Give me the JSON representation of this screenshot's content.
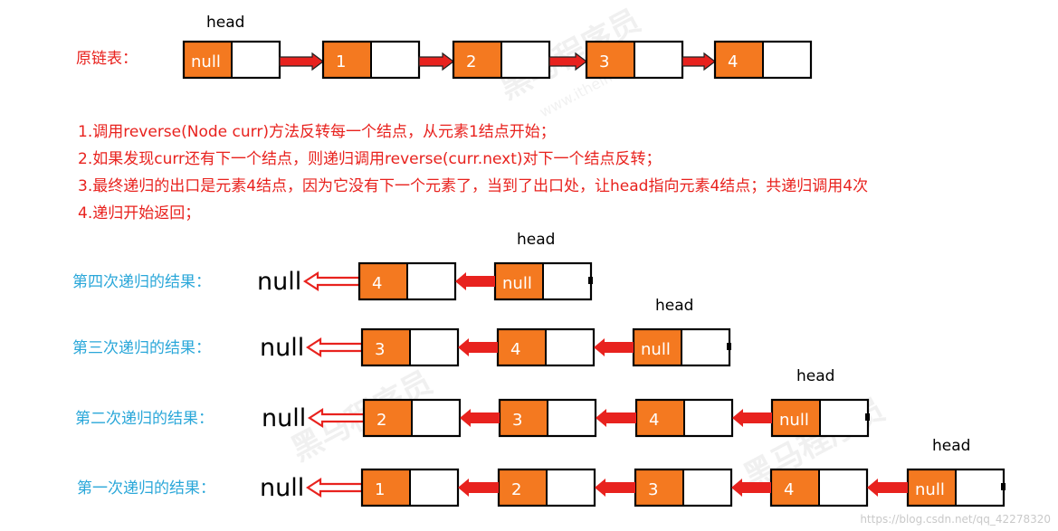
{
  "top": {
    "label": "原链表：",
    "head_label": "head",
    "nodes": [
      "null",
      "1",
      "2",
      "3",
      "4"
    ]
  },
  "steps": [
    "1.调用reverse(Node curr)方法反转每一个结点，从元素1结点开始；",
    "2.如果发现curr还有下一个结点，则递归调用reverse(curr.next)对下一个结点反转；",
    "3.最终递归的出口是元素4结点，因为它没有下一个元素了，当到了出口处，让head指向元素4结点；共递归调用4次",
    "4.递归开始返回；"
  ],
  "rows": [
    {
      "label": "第四次递归的结果：",
      "null_label": "null",
      "head_label": "head",
      "nodes": [
        "4",
        "null"
      ]
    },
    {
      "label": "第三次递归的结果：",
      "null_label": "null",
      "head_label": "head",
      "nodes": [
        "3",
        "4",
        "null"
      ]
    },
    {
      "label": "第二次递归的结果：",
      "null_label": "null",
      "head_label": "head",
      "nodes": [
        "2",
        "3",
        "4",
        "null"
      ]
    },
    {
      "label": "第一次递归的结果：",
      "null_label": "null",
      "head_label": "head",
      "nodes": [
        "1",
        "2",
        "3",
        "4",
        "null"
      ]
    }
  ],
  "footer": "https://blog.csdn.net/qq_42278320",
  "watermark_text": "www.itheima.com",
  "colors": {
    "node_fill": "#f47920",
    "box_border": "#000000",
    "arrow_red": "#e8221e",
    "label_red": "#e8221e",
    "label_blue": "#2aa7d9",
    "node_text": "#ffffff",
    "watermark": "#e5e5e5"
  }
}
